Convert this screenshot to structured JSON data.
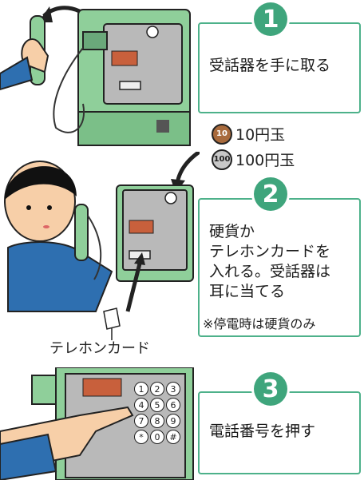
{
  "steps": [
    {
      "number": "1",
      "text": "受話器を手に取る"
    },
    {
      "number": "2",
      "text": "硬貨か\nテレホンカードを\n入れる。受話器は\n耳に当てる"
    },
    {
      "number": "3",
      "text": "電話番号を押す"
    }
  ],
  "coins": [
    {
      "face": "10",
      "label": "10円玉"
    },
    {
      "face": "100",
      "label": "100円玉"
    }
  ],
  "note": "※停電時は硬貨のみ",
  "card_label": "テレホンカード",
  "keypad": [
    "1",
    "2",
    "3",
    "4",
    "5",
    "6",
    "7",
    "8",
    "9",
    "*",
    "0",
    "#"
  ],
  "colors": {
    "accent": "#3fa57c",
    "phone_body": "#8fcf9a",
    "phone_dark": "#5f9e78",
    "panel": "#b9b9b9",
    "display": "#c8603c"
  }
}
